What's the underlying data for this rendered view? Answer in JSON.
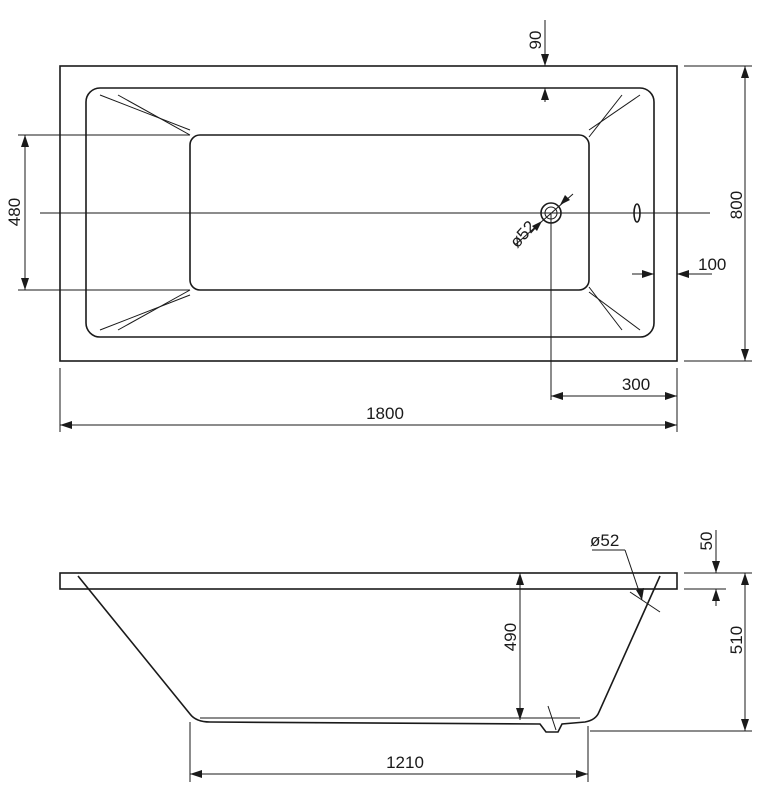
{
  "top_view": {
    "overall_length": "1800",
    "overall_width": "800",
    "rim_to_drain_axis": "90",
    "inner_width": "480",
    "drain_diameter": "ø52",
    "overflow_offset": "100",
    "drain_offset": "300"
  },
  "side_view": {
    "drain_diameter": "ø52",
    "rim_thickness": "50",
    "total_height": "510",
    "inner_depth": "490",
    "bottom_length": "1210"
  }
}
